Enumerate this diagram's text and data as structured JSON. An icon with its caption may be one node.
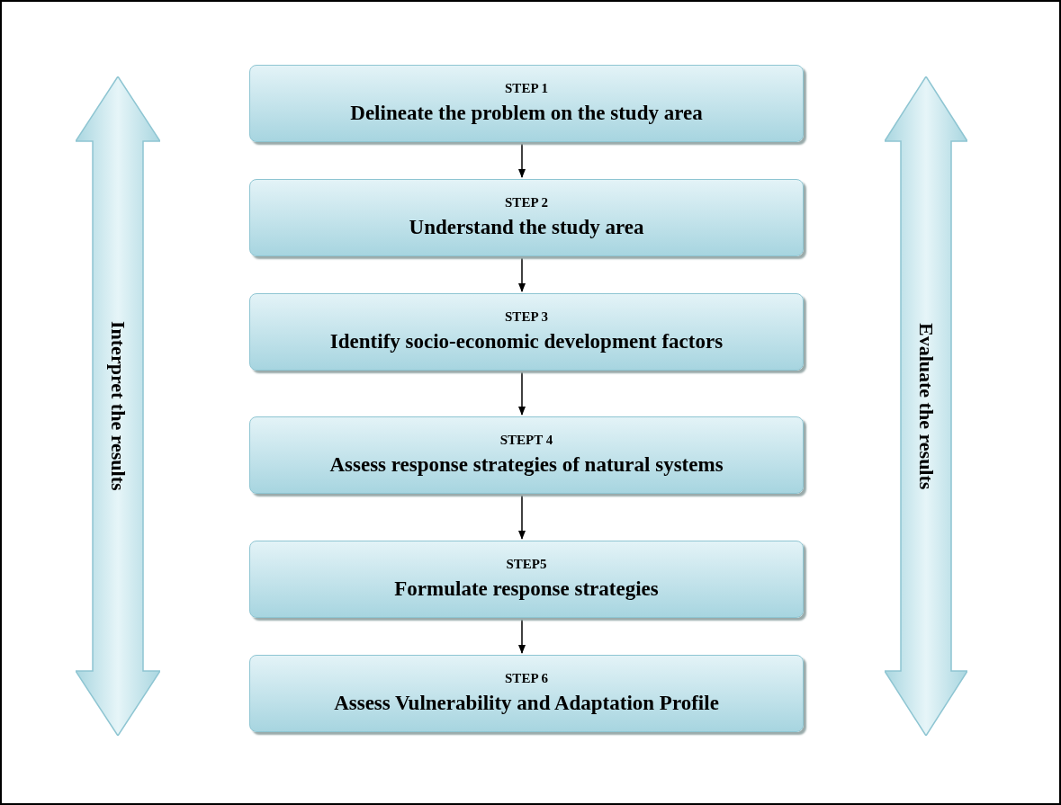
{
  "diagram": {
    "nodes": [
      {
        "text": [
          "STEP 1",
          "Delineate the problem on the study area"
        ]
      },
      {
        "text": [
          "STEP 2",
          "Understand the study area"
        ]
      },
      {
        "text": [
          "STEP 3",
          "Identify socio-economic development factors"
        ]
      },
      {
        "text": [
          "STEPT 4",
          "Assess response strategies of natural systems"
        ]
      },
      {
        "text": [
          "STEP5",
          "Formulate response strategies"
        ]
      },
      {
        "text": [
          "STEP 6",
          "Assess Vulnerability and Adaptation Profile"
        ]
      },
      {
        "text": [
          "Interpret the results"
        ]
      },
      {
        "text": [
          "Evaluate the results"
        ]
      }
    ],
    "edges": [
      {
        "from": 0,
        "to": 1,
        "arrow": "to"
      },
      {
        "from": 1,
        "to": 2,
        "arrow": "to"
      },
      {
        "from": 2,
        "to": 3,
        "arrow": "to"
      },
      {
        "from": 3,
        "to": 4,
        "arrow": "to"
      },
      {
        "from": 4,
        "to": 5,
        "arrow": "to"
      }
    ]
  }
}
